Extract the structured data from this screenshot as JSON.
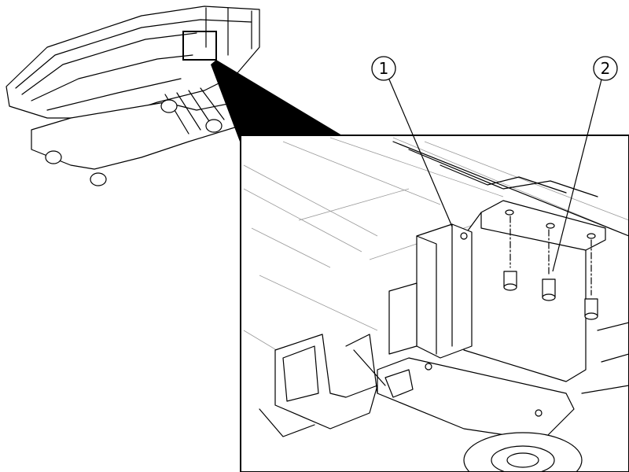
{
  "callouts": [
    {
      "label": "1",
      "part": "bracket-block"
    },
    {
      "label": "2",
      "part": "socket-head-screws"
    }
  ],
  "colors": {
    "line": "#000000",
    "hidden_line": "#9a9a9a",
    "background": "#ffffff"
  }
}
